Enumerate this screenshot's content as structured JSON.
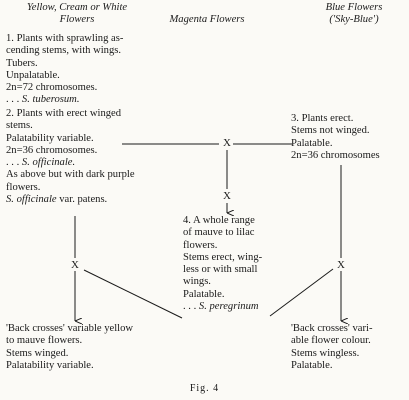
{
  "headers": {
    "col1_line1": "Yellow, Cream or White",
    "col1_line2": "Flowers",
    "col2": "Magenta Flowers",
    "col3_line1": "Blue Flowers",
    "col3_line2": "('Sky-Blue')"
  },
  "box1": [
    "1. Plants with sprawling as-",
    "cending stems, with wings.",
    "Tubers.",
    "Unpalatable.",
    "2n=72 chromosomes."
  ],
  "box1_species_prefix": ". . . ",
  "box1_species": "S. tuberosum.",
  "box2": [
    "2. Plants with erect winged",
    "stems.",
    "Palatability variable.",
    "2n=36 chromosomes."
  ],
  "box2_species_prefix": ". . . ",
  "box2_species": "S. officinale.",
  "box2b": [
    "As above but with dark purple",
    "flowers."
  ],
  "box2b_species": "S. officinale",
  "box2b_suffix": " var. patens.",
  "box3": [
    "3. Plants erect.",
    "Stems not winged.",
    "Palatable.",
    "2n=36 chromosomes"
  ],
  "box4": [
    "4. A whole range",
    "of mauve to lilac",
    "flowers.",
    "Stems erect, wing-",
    "less or with small",
    "wings.",
    "Palatable."
  ],
  "box4_species_prefix": ". . . ",
  "box4_species": "S. peregrinum",
  "result_left": [
    "'Back crosses' variable yellow",
    "to mauve flowers.",
    "Stems winged.",
    "Palatability variable."
  ],
  "result_right": [
    "'Back crosses' vari-",
    "able flower colour.",
    "Stems wingless.",
    "Palatable."
  ],
  "cross_mark": "X",
  "caption": "Fig. 4"
}
